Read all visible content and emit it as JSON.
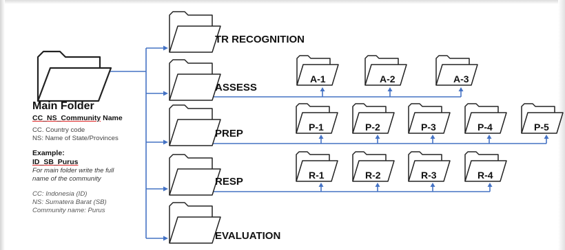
{
  "main": {
    "title": "Main Folder",
    "format_code": "CC_NS_Community",
    "format_suffix": " Name",
    "definitions": [
      "CC. Country code",
      "NS: Name of State/Provinces"
    ],
    "example_title": "Example:",
    "example_code": "ID_SB_Purus",
    "example_note": [
      "For main folder write the full",
      "name of the community"
    ],
    "example_values": [
      "CC: Indonesia (ID)",
      "NS: Sumatera Barat (SB)",
      "Community name: Purus"
    ]
  },
  "categories": [
    {
      "label": "TR RECOGNITION",
      "children": []
    },
    {
      "label": "ASSESS",
      "children": [
        "A-1",
        "A-2",
        "A-3"
      ]
    },
    {
      "label": "PREP",
      "children": [
        "P-1",
        "P-2",
        "P-3",
        "P-4",
        "P-5"
      ]
    },
    {
      "label": "RESP",
      "children": [
        "R-1",
        "R-2",
        "R-3",
        "R-4"
      ]
    },
    {
      "label": "EVALUATION",
      "children": []
    }
  ],
  "colors": {
    "connector": "#4472c4",
    "outline": "#222222",
    "accent_underline": "#d22222"
  }
}
